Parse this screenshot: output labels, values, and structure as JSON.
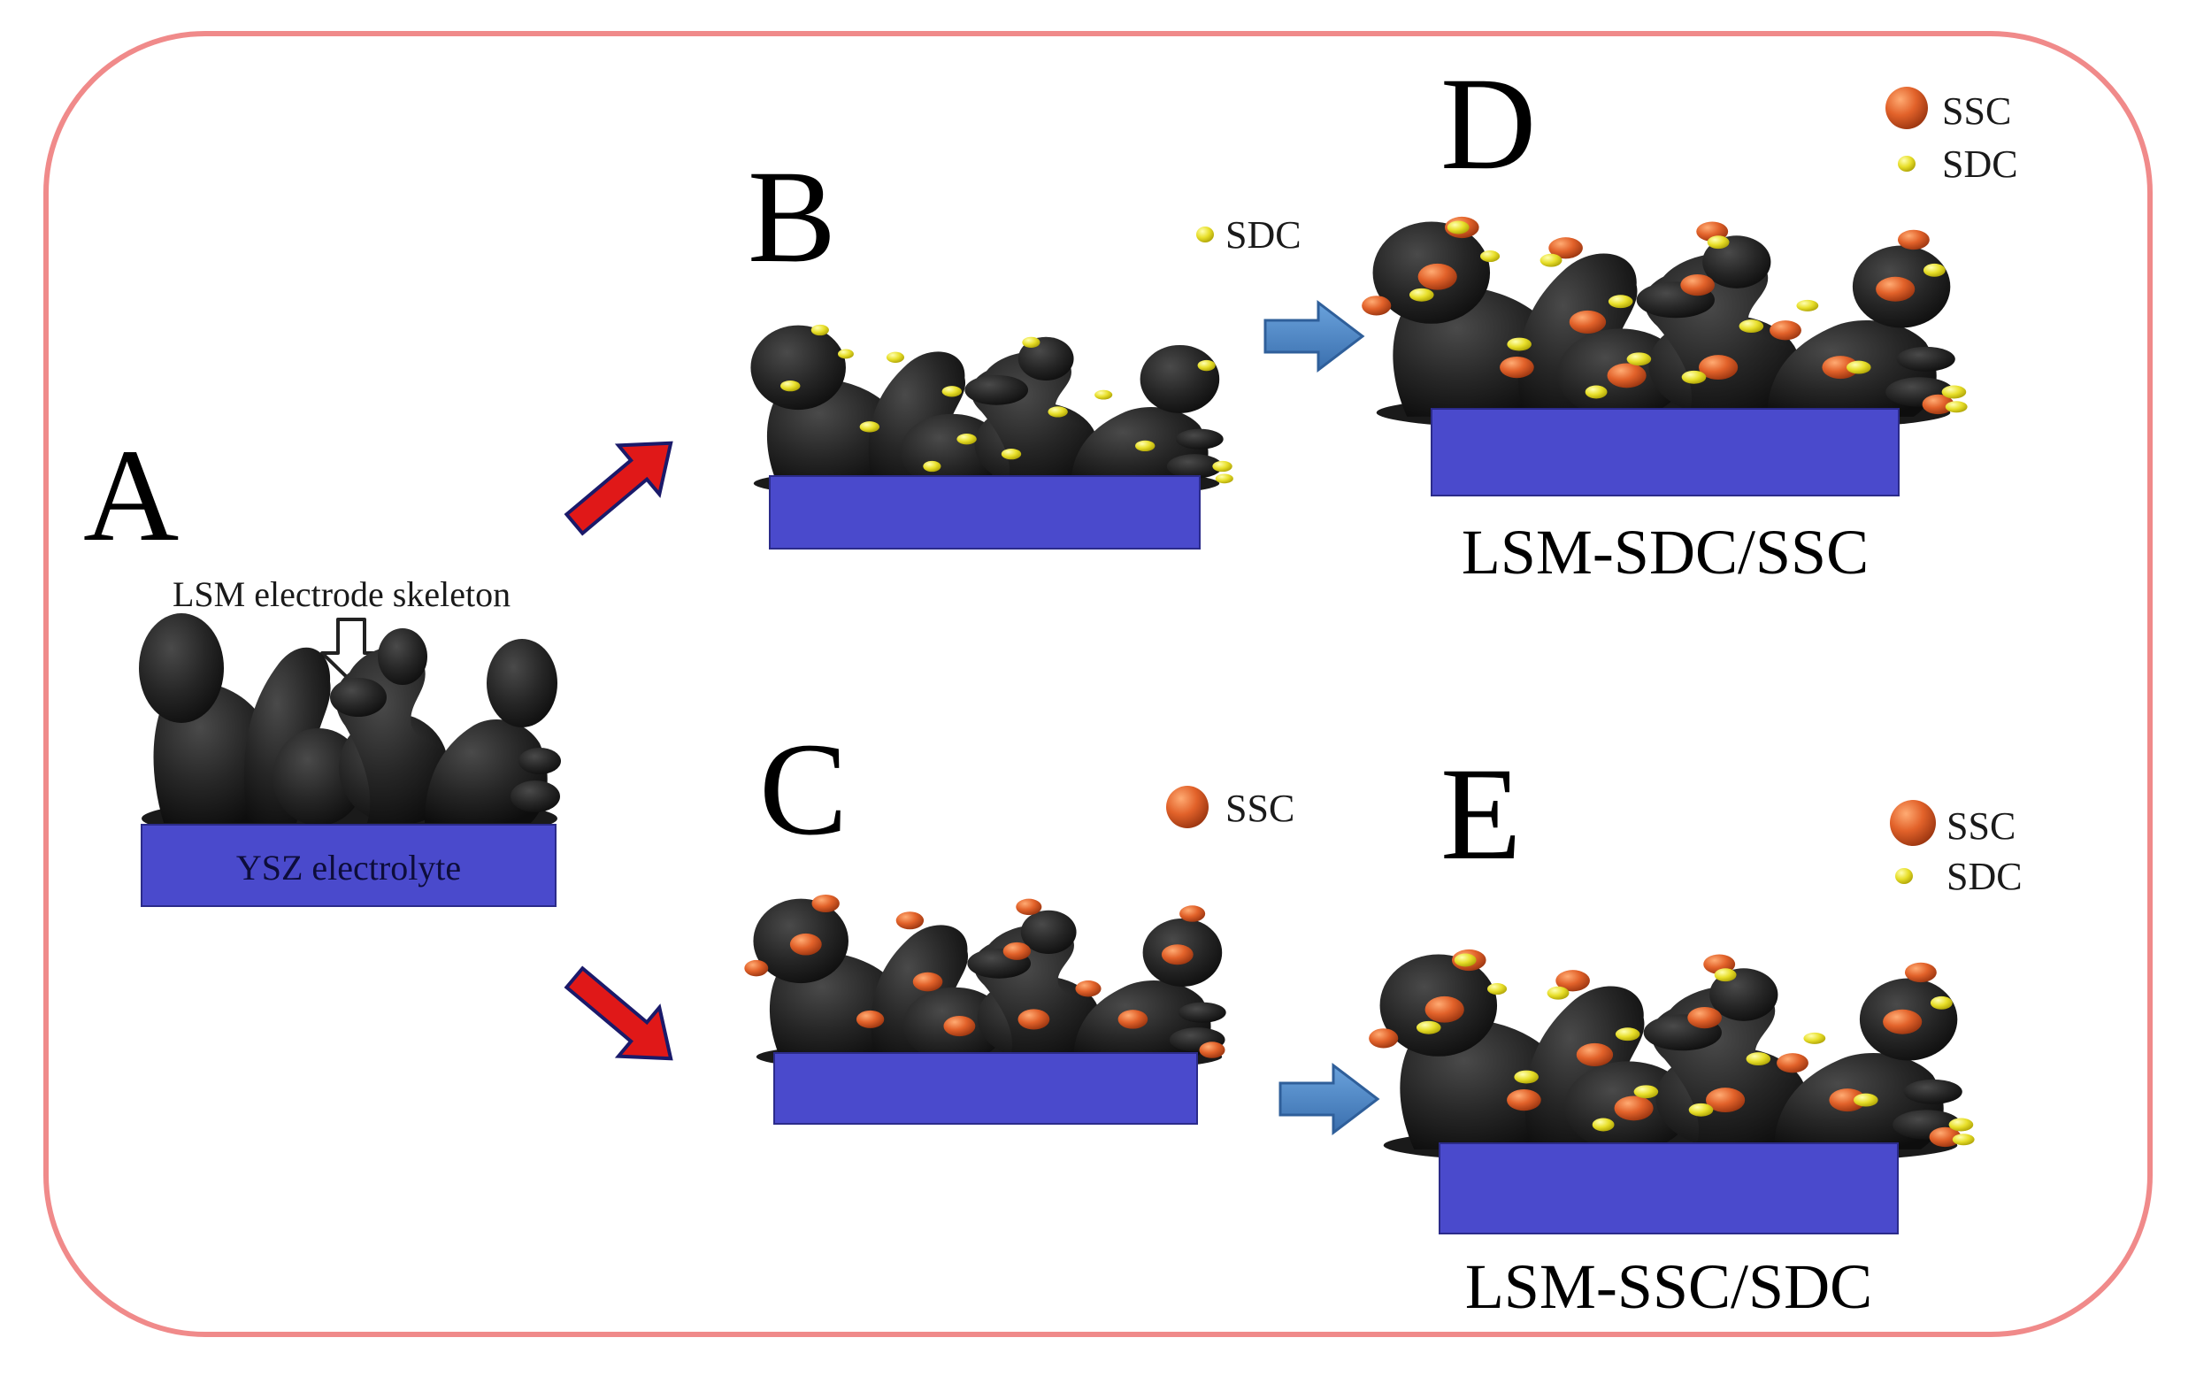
{
  "colors": {
    "frame_border": "#f08a8a",
    "electrolyte_blue": "#4a4acc",
    "lsm_black": "#1f1f1f",
    "ssc_orange": "#e2622a",
    "sdc_yellow": "#e8df2a",
    "red_arrow": "#e01818",
    "blue_arrow": "#4a86c8"
  },
  "panels": {
    "a": {
      "letter": "A",
      "skeleton_label": "LSM electrode skeleton",
      "electrolyte_label": "YSZ electrolyte"
    },
    "b": {
      "letter": "B",
      "legend": [
        "SDC"
      ]
    },
    "c": {
      "letter": "C",
      "legend": [
        "SSC"
      ]
    },
    "d": {
      "letter": "D",
      "legend": [
        "SSC",
        "SDC"
      ],
      "caption": "LSM-SDC/SSC"
    },
    "e": {
      "letter": "E",
      "legend": [
        "SSC",
        "SDC"
      ],
      "caption": "LSM-SSC/SDC"
    }
  },
  "arrows": [
    "red-arrow",
    "red-arrow",
    "blue-arrow",
    "blue-arrow"
  ],
  "icons": {
    "skeleton_pointer": "hollow-down-arrow-icon",
    "ssc_particle": "orange-sphere-icon",
    "sdc_particle": "yellow-dot-icon"
  }
}
